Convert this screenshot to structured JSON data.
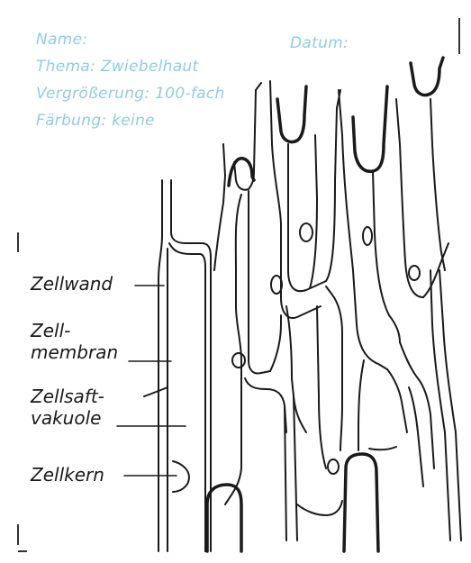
{
  "header": {
    "name_label": "Name:",
    "date_label": "Datum:",
    "topic": "Thema: Zwiebelhaut",
    "magnification": "Vergrößerung: 100-fach",
    "staining": "Färbung: keine"
  },
  "labels": {
    "cell_wall": "Zellwand",
    "cell_membrane_line1": "Zell-",
    "cell_membrane_line2": "membran",
    "vacuole_line1": "Zellsaft-",
    "vacuole_line2": "vakuole",
    "nucleus": "Zellkern"
  },
  "colors": {
    "header_text": "#8fcde4",
    "ink": "#1a1a1a",
    "page": "#ffffff"
  }
}
